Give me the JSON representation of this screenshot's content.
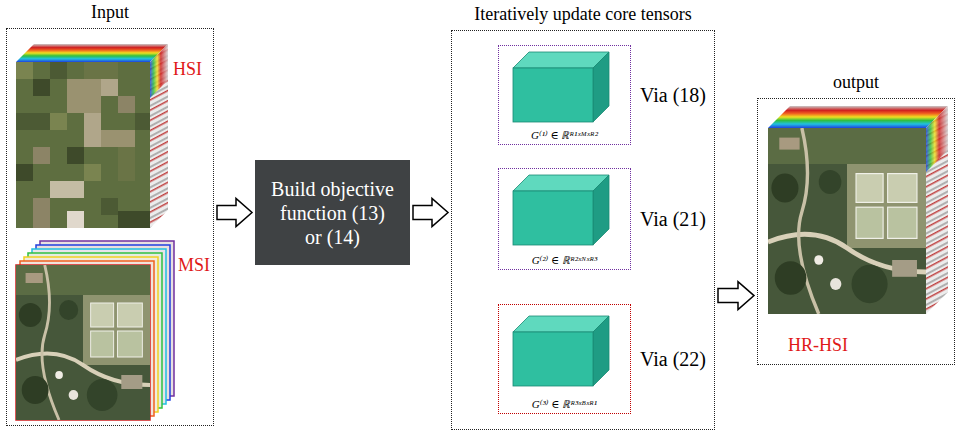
{
  "diagram": {
    "nodes": [
      {
        "text": [
          "Input",
          "HSI",
          "MSI"
        ]
      },
      {
        "text": [
          "Build objective function (13) or (14)"
        ]
      },
      {
        "text": [
          "Iteratively update core tensors"
        ]
      },
      {
        "text": [
          "G⁽¹⁾ ∈ ℝᴿ¹ˣᴹˣᴿ²",
          "Via (18)"
        ],
        "in": 2
      },
      {
        "text": [
          "G⁽²⁾ ∈ ℝᴿ²ˣᴺˣᴿ³",
          "Via (21)"
        ],
        "in": 2
      },
      {
        "text": [
          "G⁽³⁾ ∈ ℝᴿ³ˣᴮˣᴿ¹",
          "Via (22)"
        ],
        "in": 2
      },
      {
        "text": [
          "output",
          "HR-HSI"
        ]
      }
    ],
    "edges": [
      {
        "from": 0,
        "to": 1,
        "arrow": "to"
      },
      {
        "from": 1,
        "to": 2,
        "arrow": "to"
      },
      {
        "from": 2,
        "to": 6,
        "arrow": "to"
      }
    ]
  }
}
